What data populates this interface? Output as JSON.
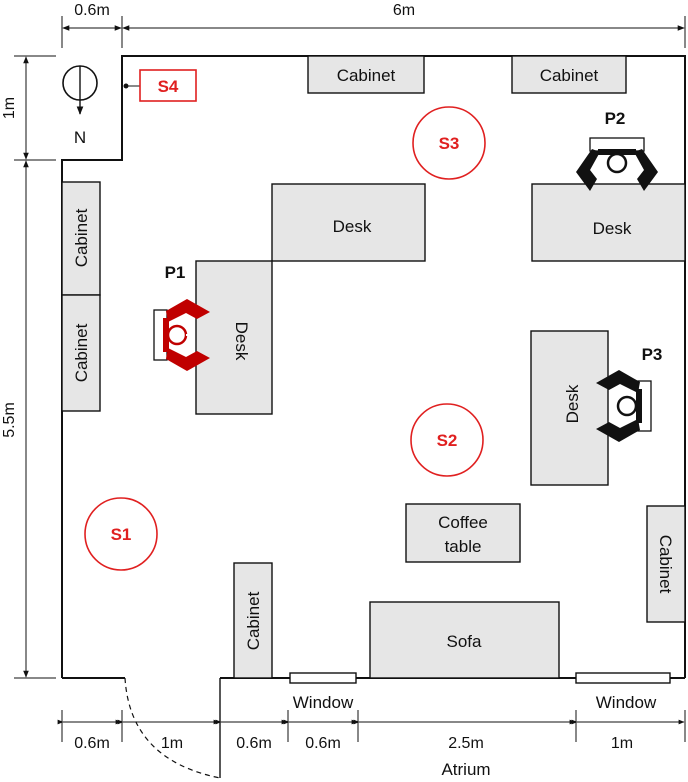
{
  "colors": {
    "wall": "#111111",
    "furniture_fill": "#e6e6e6",
    "sensor": "#e02020",
    "person_highlight": "#c00000",
    "person_default": "#111111"
  },
  "dimensions": {
    "top_left": "0.6m",
    "top_main": "6m",
    "left_top": "1m",
    "left_main": "5.5m",
    "bottom": [
      "0.6m",
      "1m",
      "0.6m",
      "0.6m",
      "2.5m",
      "1m"
    ]
  },
  "compass": {
    "label": "N",
    "icon": "compass-icon"
  },
  "labels": {
    "cabinet": "Cabinet",
    "desk": "Desk",
    "coffee_table_line1": "Coffee",
    "coffee_table_line2": "table",
    "sofa": "Sofa",
    "window": "Window",
    "atrium": "Atrium"
  },
  "sensors": [
    "S1",
    "S2",
    "S3",
    "S4"
  ],
  "persons": [
    "P1",
    "P2",
    "P3"
  ]
}
